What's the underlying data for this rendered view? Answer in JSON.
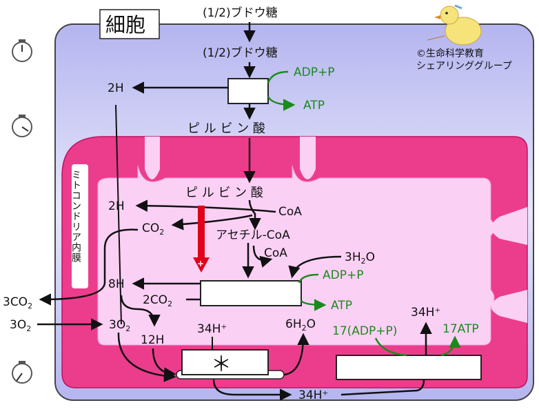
{
  "cell_label": "細胞",
  "glucose_outside": "(1/2)ブドウ糖",
  "glucose_inside": "(1/2)ブドウ糖",
  "copyright_line1": "©生命科学教育",
  "copyright_line2": "シェアリンググループ",
  "mito_membrane_label": "ミトコンドリア内膜",
  "glycolysis": {
    "adp": "ADP+P",
    "atp": "ATP",
    "h": "2H"
  },
  "pyruvic_outer": "ピ ル ビ ン 酸",
  "pyruvic_inner": "ピ ル ビ ン 酸",
  "matrix": {
    "h2": "2H",
    "coa_in": "CoA",
    "co2": "CO",
    "co2_sub": "2",
    "acetyl_coa": "アセチル-CoA",
    "coa_out": "CoA",
    "water_in": "3H",
    "water_in_sub": "2",
    "water_in_tail": "O",
    "adp": "ADP+P",
    "atp": "ATP",
    "h8": "8H",
    "co2_2": "2CO",
    "co2_2_sub": "2",
    "h34_top": "34H⁺",
    "water_out": "6H",
    "water_out_sub": "2",
    "water_out_tail": "O",
    "o2": "3O",
    "o2_sub": "2",
    "h12": "12H",
    "asterisk": "＊",
    "synthase_h": "34H⁺",
    "adp17": "17(ADP+P)",
    "atp17": "17ATP",
    "h34_bottom": "34H⁺"
  },
  "outside": {
    "co2_out": "3CO",
    "co2_out_sub": "2",
    "o2_in": "3O",
    "o2_in_sub": "2"
  },
  "colors": {
    "cell_fill": "#c8c8f5",
    "mito_outer": "#ec3d8c",
    "mito_inner": "#fbd0f5",
    "green": "#1a8a1a",
    "red_arrow": "#e0001a"
  }
}
